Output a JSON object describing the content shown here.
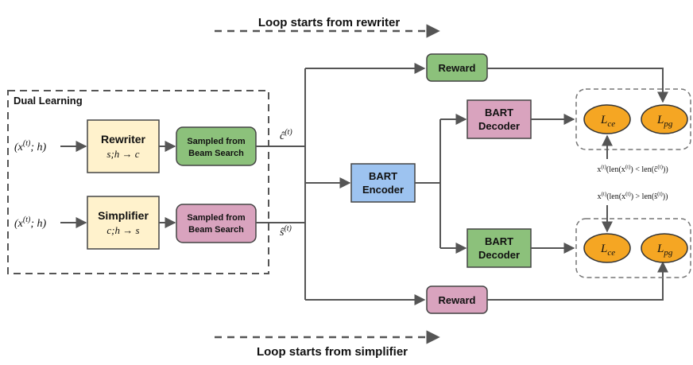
{
  "captions": {
    "top": "Loop starts from rewriter",
    "bottom": "Loop starts from simplifier",
    "dual_learning": "Dual Learning"
  },
  "inputs": {
    "top": "(x(t); h)",
    "bottom": "(x(t); h)"
  },
  "rewriter": {
    "title": "Rewriter",
    "formula": "s;h → c"
  },
  "simplifier": {
    "title": "Simplifier",
    "formula": "c;h → s"
  },
  "sampled_top": {
    "line1": "Sampled from",
    "line2": "Beam Search"
  },
  "sampled_bottom": {
    "line1": "Sampled from",
    "line2": "Beam Search"
  },
  "outputs": {
    "c_hat": "ĉ(t)",
    "s_hat": "ŝ(t)"
  },
  "encoder": {
    "line1": "BART",
    "line2": "Encoder"
  },
  "decoder_top": {
    "line1": "BART",
    "line2": "Decoder"
  },
  "decoder_bottom": {
    "line1": "BART",
    "line2": "Decoder"
  },
  "reward_top": "Reward",
  "reward_bottom": "Reward",
  "losses": {
    "ce_top": "Lce",
    "pg_top": "Lpg",
    "ce_bottom": "Lce",
    "pg_bottom": "Lpg"
  },
  "conditions": {
    "top": "x(t)(len(x(t)) < len(ĉ(t)))",
    "bottom": "x(t)(len(x(t)) > len(ŝ(t)))"
  },
  "colors": {
    "yellow": "#FFF2CC",
    "yellow_stroke": "#333333",
    "green": "#8CC17B",
    "pink": "#D9A3BE",
    "blue": "#9DC3F0",
    "orange": "#F5A623",
    "line": "#555555"
  }
}
